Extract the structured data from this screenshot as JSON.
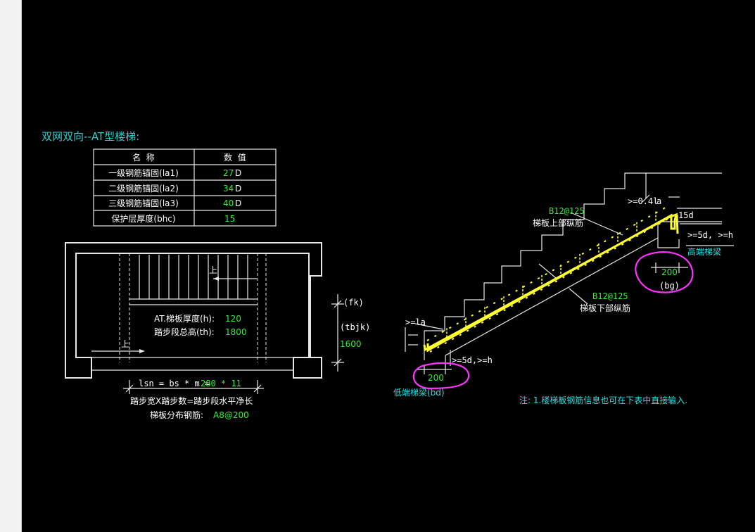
{
  "title": "双网双向--AT型楼梯:",
  "table": {
    "headers": [
      "名  称",
      "数  值"
    ],
    "rows": [
      {
        "name": "一级钢筋锚固(la1)",
        "value": "27",
        "unit": "D"
      },
      {
        "name": "二级钢筋锚固(la2)",
        "value": "34",
        "unit": "D"
      },
      {
        "name": "三级钢筋锚固(la3)",
        "value": "40",
        "unit": "D"
      },
      {
        "name": "保护层厚度(bhc)",
        "value": "15",
        "unit": ""
      }
    ]
  },
  "plan": {
    "up_label_top": "上",
    "up_label_bottom": "上",
    "thickness_label": "AT.梯板厚度(h):",
    "thickness_value": "120",
    "height_label": "踏步段总高(th):",
    "height_value": "1800",
    "fk_label": "(fk)",
    "tbjk_label": "(tbjk)",
    "tbjk_value": "1600",
    "lsn_formula": "lsn = bs * m =",
    "lsn_value": "280 * 11",
    "caption": "踏步宽X踏步数=踏步段水平净长",
    "dist_label": "梯板分布钢筋:",
    "dist_value": "A8@200"
  },
  "section": {
    "top_rebar_value": "B12@125",
    "top_rebar_label": "梯板上部纵筋",
    "bottom_rebar_value": "B12@125",
    "bottom_rebar_label": "梯板下部纵筋",
    "dim_04l": ">=0.4l",
    "dim_a": "a",
    "dim_15d": "15d",
    "dim_5d_h_top": ">=5d, >=h",
    "high_beam": "高端梯梁",
    "high_beam_value": "200",
    "bg_label": "(bg)",
    "dim_la": ">=la",
    "dim_5d_h_bottom": ">=5d,>=h",
    "low_beam_value": "200",
    "low_beam": "低端梯梁(bd)",
    "note": "注: 1.楼梯板钢筋信息也可在下表中直接输入."
  },
  "colors": {
    "background": "#000000",
    "line": "#e8e8e8",
    "value": "#33ee33",
    "title": "#33cccc",
    "rebar": "#ffff33",
    "highlight": "#ff33ff"
  }
}
